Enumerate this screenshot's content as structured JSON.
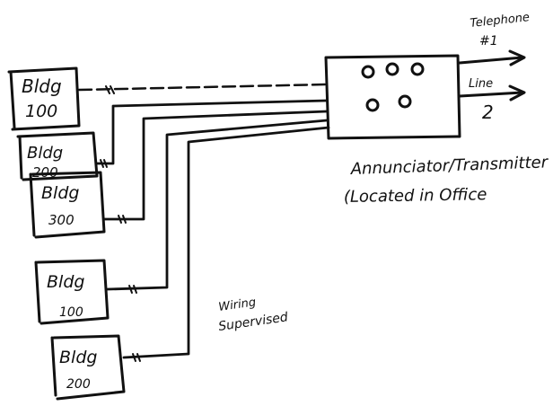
{
  "buildings": [
    {
      "line1": "Bldg",
      "line2": "100"
    },
    {
      "line1": "Bldg",
      "line2": "200"
    },
    {
      "line1": "Bldg",
      "line2": "300"
    },
    {
      "line1": "Bldg",
      "line2": "100"
    },
    {
      "line1": "Bldg",
      "line2": "200"
    }
  ],
  "wiring_note": {
    "line1": "Wiring",
    "line2": "Supervised"
  },
  "annunciator": {
    "line1": "Annunciator/Transmitter",
    "line2": "(Located in Office"
  },
  "outputs": [
    {
      "line1": "Telephone",
      "line2": "#1"
    },
    {
      "line1": "Line",
      "line2": "2"
    }
  ],
  "colors": {
    "ink": "#111111",
    "paper": "#ffffff"
  }
}
